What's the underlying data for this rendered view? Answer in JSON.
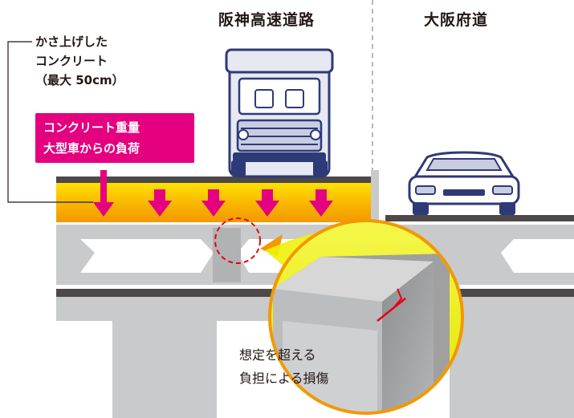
{
  "headers": {
    "hanshin_expressway": "阪神高速道路",
    "osaka_prefectural_road": "大阪府道"
  },
  "raised_concrete_note": {
    "line1": "かさ上げした",
    "line2": "コンクリート",
    "line3": "（最大 50cm）"
  },
  "load_callout": {
    "line1": "コンクリート重量",
    "line2": "大型車からの負荷"
  },
  "damage_note": {
    "line1": "想定を超える",
    "line2": "負担による損傷"
  },
  "colors": {
    "callout_magenta": "#e4007f",
    "arrow_magenta": "#e4007f",
    "concrete_orange": "#f39800",
    "concrete_yellow": "#ffe100",
    "zoom_yellow": "#eef20a",
    "bridge_gray": "#c9cacb",
    "deck_dark": "#4c4948",
    "crack_red": "#e60012",
    "truck_blue": "#2e3a77"
  },
  "icons": [
    "truck-icon",
    "car-icon",
    "down-arrow-icon"
  ]
}
